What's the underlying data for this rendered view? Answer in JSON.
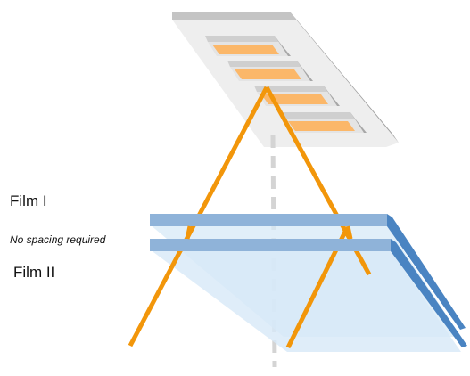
{
  "labels": {
    "film_one": "Film I",
    "spacing_note": "No spacing required",
    "film_two": "Film II"
  },
  "colors": {
    "beam": "#f2960a",
    "film_edge": "#8fb3d9",
    "film_side": "#4a84c2",
    "film_sheet": "#d7e9f7",
    "source_top": "#c4c4c4",
    "source_side": "#9e9e9e",
    "source_base": "#eeeeee",
    "element_fill": "#fbb769",
    "element_frame": "#d8d8d8",
    "axis": "#d4d4d4"
  },
  "icons": {
    "source": "xray-source-array",
    "detector": "stacked-film-sheets"
  }
}
